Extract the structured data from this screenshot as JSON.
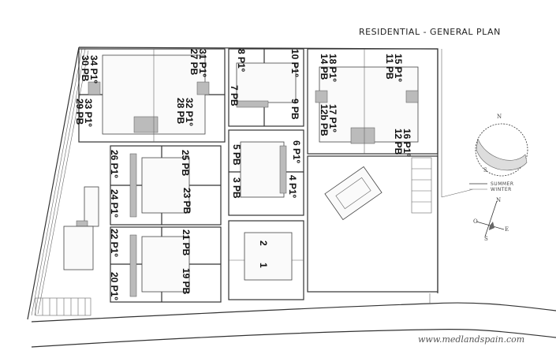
{
  "header": {
    "title": "RESIDENTIAL - GENERAL PLAN"
  },
  "units": {
    "u34": "34 P1º",
    "u30": "30 PB",
    "u31": "31 P1º",
    "u27": "27 PB",
    "u33": "33 P1º",
    "u29": "29 PB",
    "u32": "32 P1º",
    "u28": "28 PB",
    "u8": "8 P1º",
    "u10": "10 P1º",
    "u7": "7 PB",
    "u9": "9 PB",
    "u18": "18 P1º",
    "u14": "14 PB",
    "u15": "15 P1º",
    "u11": "11 PB",
    "u17": "17 P1º",
    "u12b": "12b PB",
    "u16": "16 P1º",
    "u12": "12 PB",
    "u5": "5 PB",
    "u6": "6 P1º",
    "u3": "3 PB",
    "u4": "4 P1º",
    "u26": "26 P1º",
    "u24": "24 P1º",
    "u25": "25 PB",
    "u23": "23 PB",
    "u22": "22 P1º",
    "u20": "20 P1º",
    "u21": "21 PB",
    "u19": "19 PB",
    "u2": "2",
    "u1": "1"
  },
  "sun_diagram": {
    "north": "N",
    "south": "S",
    "legend": {
      "summer": "SUMMER",
      "winter": "WINTER"
    }
  },
  "compass": {
    "n": "N",
    "s": "S",
    "e": "E",
    "o": "O"
  },
  "watermark": "www.medlandspain.com",
  "colors": {
    "line": "#333333",
    "shade": "#bbbbbb",
    "background": "#ffffff"
  }
}
